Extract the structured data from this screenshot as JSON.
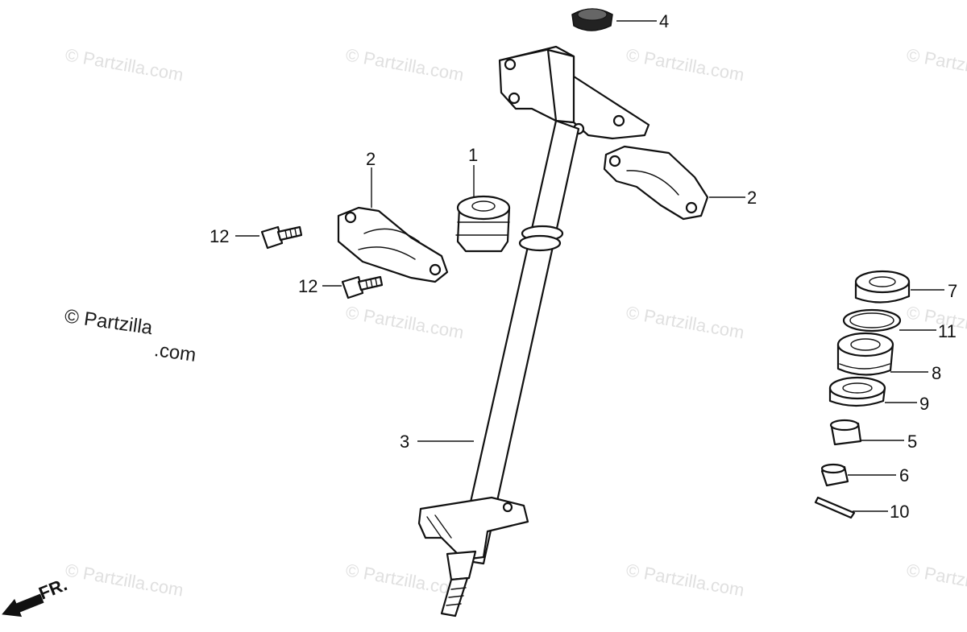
{
  "watermark": {
    "text": "© Partzilla.com",
    "prominent_text_line1": "© Partzilla",
    "prominent_text_line2": ".com"
  },
  "front_indicator": {
    "label": "FR."
  },
  "callouts": [
    {
      "id": "callout-1",
      "label": "1"
    },
    {
      "id": "callout-2-left",
      "label": "2"
    },
    {
      "id": "callout-2-right",
      "label": "2"
    },
    {
      "id": "callout-3",
      "label": "3"
    },
    {
      "id": "callout-4",
      "label": "4"
    },
    {
      "id": "callout-5",
      "label": "5"
    },
    {
      "id": "callout-6",
      "label": "6"
    },
    {
      "id": "callout-7",
      "label": "7"
    },
    {
      "id": "callout-8",
      "label": "8"
    },
    {
      "id": "callout-9",
      "label": "9"
    },
    {
      "id": "callout-10",
      "label": "10"
    },
    {
      "id": "callout-11",
      "label": "11"
    },
    {
      "id": "callout-12-upper",
      "label": "12"
    },
    {
      "id": "callout-12-lower",
      "label": "12"
    }
  ],
  "colors": {
    "line": "#111111",
    "watermark": "#e0e0e0",
    "background": "#ffffff"
  }
}
